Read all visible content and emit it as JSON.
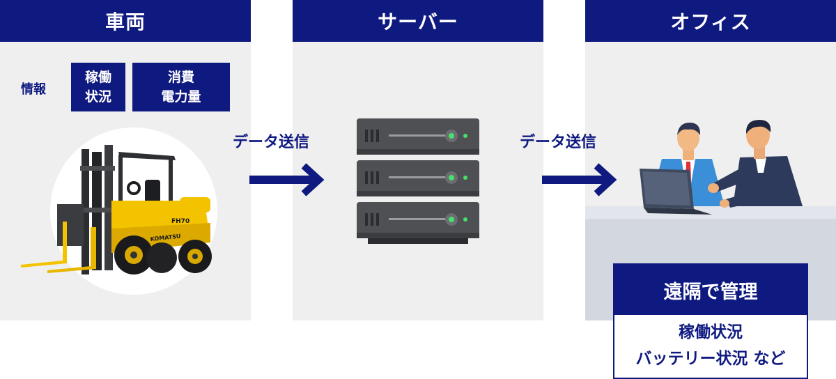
{
  "colors": {
    "navy": "#0f1a80",
    "panel": "#efefef",
    "desk": "#d3d7e0"
  },
  "vehicle": {
    "header": "車両",
    "info_label": "情報",
    "box1": [
      "稼働",
      "状況"
    ],
    "box2": [
      "消費",
      "電力量"
    ],
    "forklift": {
      "brand": "KOMATSU",
      "model": "FH\n70"
    }
  },
  "server": {
    "header": "サーバー"
  },
  "office": {
    "header": "オフィス",
    "remote_title": "遠隔で管理",
    "remote_items": [
      "稼働状況",
      "バッテリー状況 など"
    ]
  },
  "arrows": [
    {
      "label": "データ送信"
    },
    {
      "label": "データ送信"
    }
  ]
}
